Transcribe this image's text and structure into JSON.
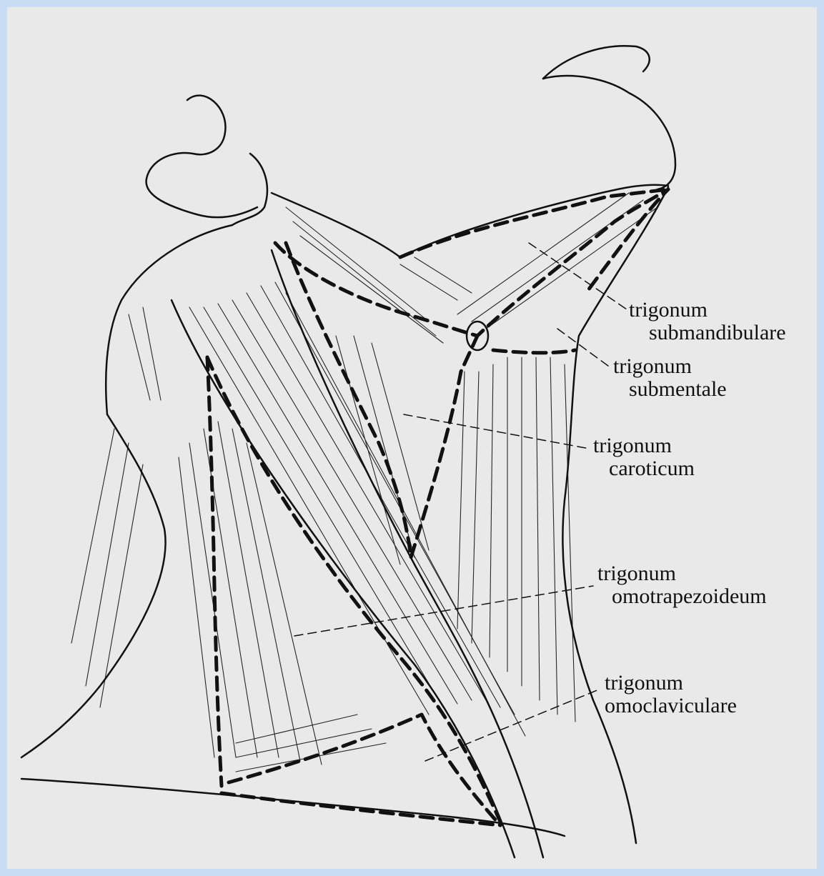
{
  "labels": {
    "submandibulare": {
      "line1": "trigonum",
      "line2": "submandibulare"
    },
    "submentale": {
      "line1": "trigonum",
      "line2": "submentale"
    },
    "caroticum": {
      "line1": "trigonum",
      "line2": "caroticum"
    },
    "omotrapezoideum": {
      "line1": "trigonum",
      "line2": "omotrapezoideum"
    },
    "omoclaviculare": {
      "line1": "trigonum",
      "line2": "omoclaviculare"
    }
  },
  "colors": {
    "border": "#c8dcf4",
    "paper": "#e9e9e9",
    "ink": "#111111"
  }
}
